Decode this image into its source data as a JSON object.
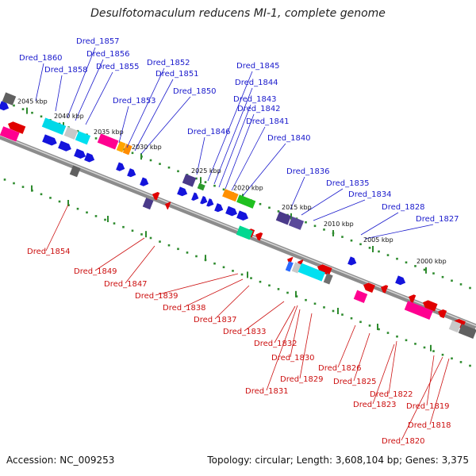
{
  "title": "Desulfotomaculum reducens MI-1, complete genome",
  "footer": {
    "accession": "Accession: NC_009253",
    "topology": "Topology: circular; Length: 3,608,104 bp; Genes: 3,375"
  },
  "colors": {
    "forward_gene": "#1414dc",
    "reverse_gene": "#e00000",
    "forward_label": "#1a1acc",
    "reverse_label": "#cc1010",
    "backbone": "#8c8c8c",
    "tick": "#2e8b2e"
  },
  "scale_labels": [
    "2045 kbp",
    "2040 kbp",
    "2035 kbp",
    "2030 kbp",
    "2025 kbp",
    "2020 kbp",
    "2015 kbp",
    "2010 kbp",
    "2005 kbp",
    "2000 kbp"
  ],
  "forward_genes": [
    "Dred_1860",
    "Dred_1858",
    "Dred_1857",
    "Dred_1856",
    "Dred_1855",
    "Dred_1853",
    "Dred_1852",
    "Dred_1851",
    "Dred_1850",
    "Dred_1846",
    "Dred_1845",
    "Dred_1844",
    "Dred_1843",
    "Dred_1842",
    "Dred_1841",
    "Dred_1840",
    "Dred_1836",
    "Dred_1835",
    "Dred_1834",
    "Dred_1828",
    "Dred_1827"
  ],
  "reverse_genes": [
    "Dred_1854",
    "Dred_1849",
    "Dred_1847",
    "Dred_1839",
    "Dred_1838",
    "Dred_1837",
    "Dred_1833",
    "Dred_1832",
    "Dred_1830",
    "Dred_1831",
    "Dred_1829",
    "Dred_1826",
    "Dred_1825",
    "Dred_1822",
    "Dred_1823",
    "Dred_1819",
    "Dred_1818",
    "Dred_1820"
  ]
}
